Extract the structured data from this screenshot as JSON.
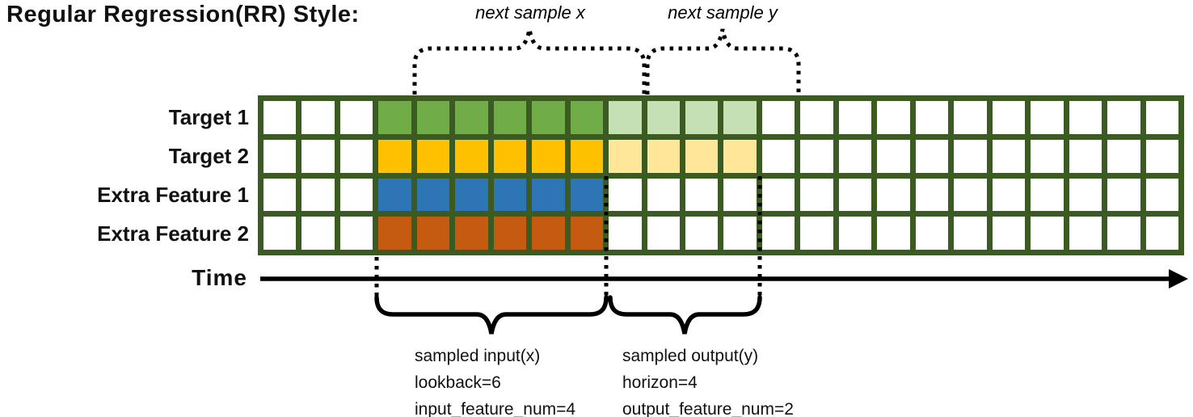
{
  "title": "Regular Regression(RR) Style:",
  "colors": {
    "grid_border": "#3C5B23",
    "white": "#FFFFFF",
    "target1_input": "#70AD47",
    "target1_output": "#C5E0B4",
    "target2_input": "#FFC000",
    "target2_output": "#FFE699",
    "extra1_input": "#2E75B6",
    "extra2_input": "#C55A11",
    "line": "#000000"
  },
  "grid": {
    "columns": 24,
    "input_start_col": 3,
    "input_cols": 6,
    "output_cols": 4,
    "rows": [
      {
        "label": "Target 1",
        "input_color": "#70AD47",
        "output_color": "#C5E0B4"
      },
      {
        "label": "Target 2",
        "input_color": "#FFC000",
        "output_color": "#FFE699"
      },
      {
        "label": "Extra Feature 1",
        "input_color": "#2E75B6",
        "output_color": null
      },
      {
        "label": "Extra Feature 2",
        "input_color": "#C55A11",
        "output_color": null
      }
    ]
  },
  "annotations": {
    "next_sample_x": "next sample x",
    "next_sample_y": "next sample y",
    "time_label": "Time",
    "input_block": [
      "sampled input(x)",
      "lookback=6",
      "input_feature_num=4"
    ],
    "output_block": [
      "sampled output(y)",
      "horizon=4",
      "output_feature_num=2"
    ]
  }
}
